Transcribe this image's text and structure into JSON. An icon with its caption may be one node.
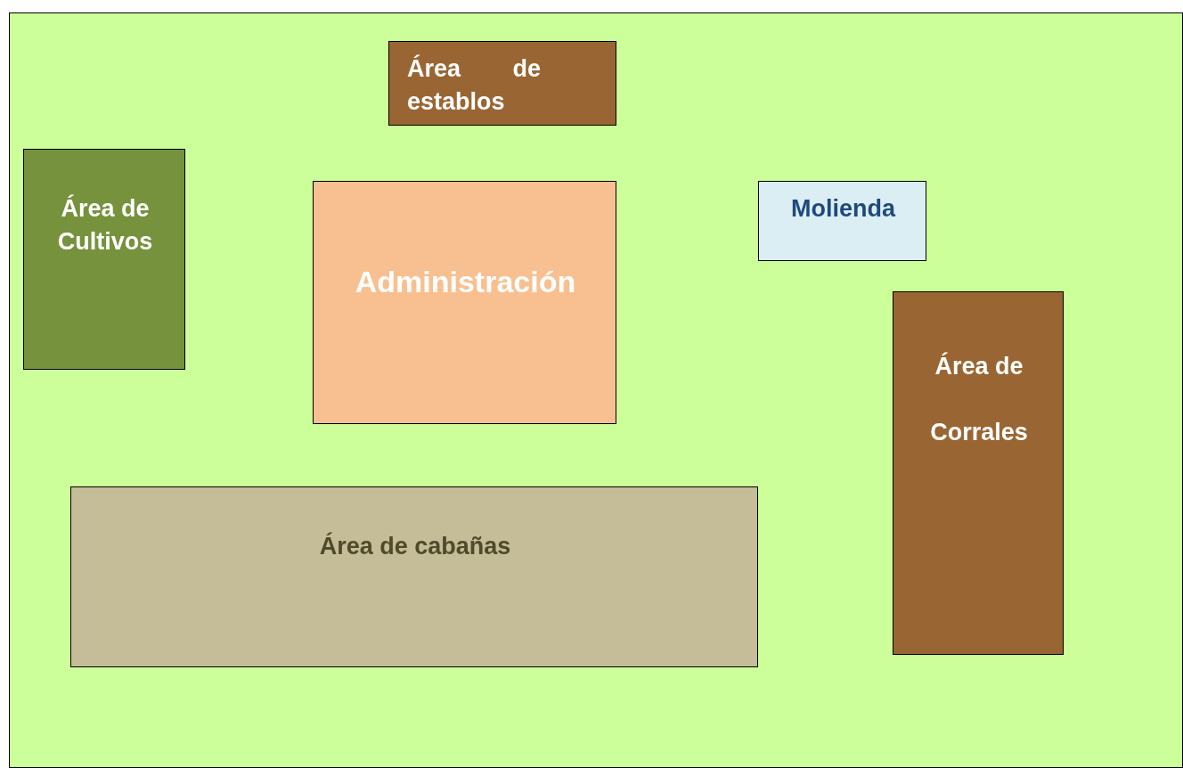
{
  "diagram": {
    "nodes": [
      {
        "text": [],
        "shape": "box"
      },
      {
        "text": [
          "Área de establos"
        ],
        "in": 0
      },
      {
        "text": [
          "Área de Cultivos"
        ],
        "in": 0
      },
      {
        "text": [
          "Administración"
        ],
        "in": 0
      },
      {
        "text": [
          "Molienda"
        ],
        "in": 0
      },
      {
        "text": [
          "Área de Corrales"
        ],
        "in": 0
      },
      {
        "text": [
          "Área de cabañas"
        ],
        "in": 0
      }
    ],
    "edges": []
  }
}
